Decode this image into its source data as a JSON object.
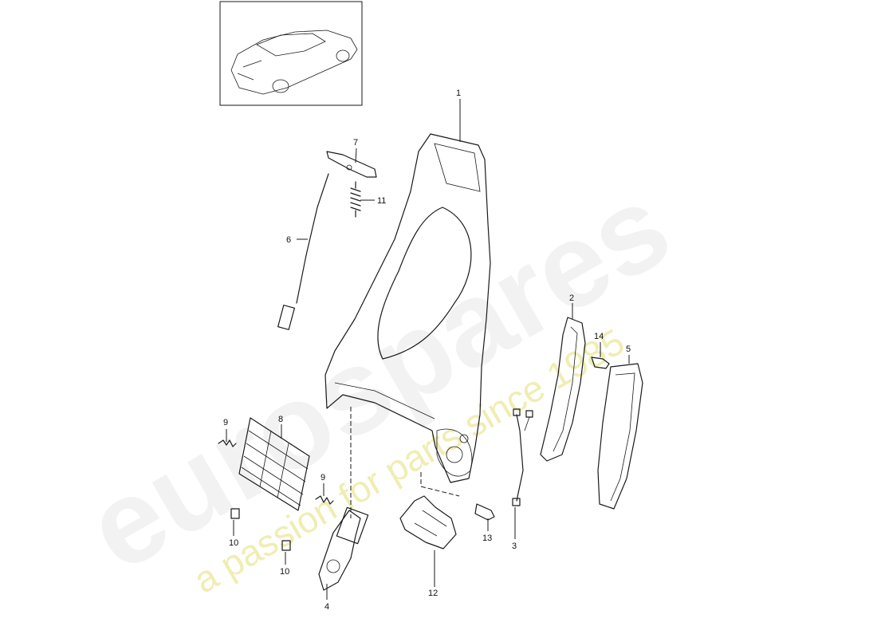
{
  "watermark": {
    "logo_text": "eurospares",
    "tagline": "a passion for parts since 1985",
    "tagline_color": "#ece79a"
  },
  "inset": {
    "icon": "car-icon"
  },
  "callouts": [
    {
      "id": "1",
      "text": "1"
    },
    {
      "id": "2",
      "text": "2"
    },
    {
      "id": "3",
      "text": "3"
    },
    {
      "id": "4",
      "text": "4"
    },
    {
      "id": "5",
      "text": "5"
    },
    {
      "id": "6",
      "text": "6"
    },
    {
      "id": "7",
      "text": "7"
    },
    {
      "id": "8",
      "text": "8"
    },
    {
      "id": "9a",
      "text": "9"
    },
    {
      "id": "9b",
      "text": "9"
    },
    {
      "id": "10a",
      "text": "10"
    },
    {
      "id": "10b",
      "text": "10"
    },
    {
      "id": "11",
      "text": "11"
    },
    {
      "id": "12",
      "text": "12"
    },
    {
      "id": "13",
      "text": "13"
    },
    {
      "id": "14",
      "text": "14"
    }
  ]
}
